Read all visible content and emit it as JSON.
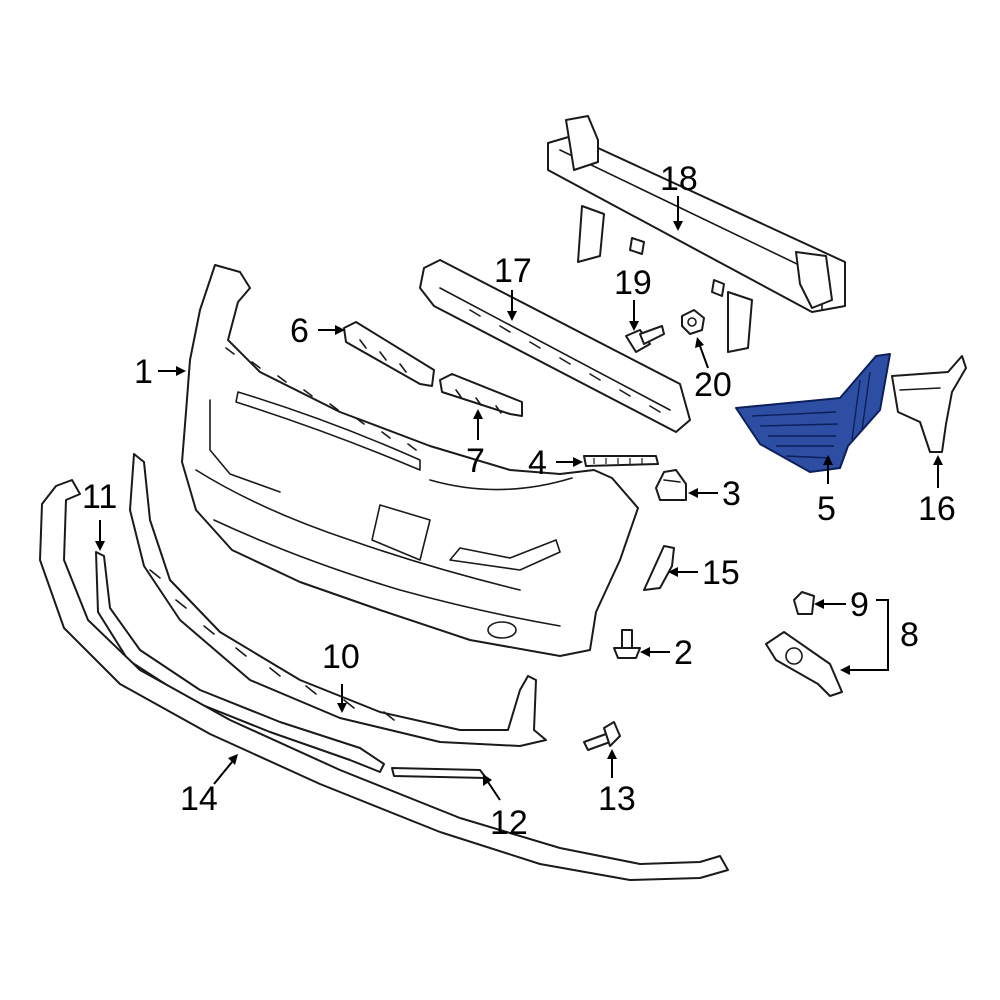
{
  "diagram": {
    "highlight_color": "#2d4ea3",
    "line_color": "#1a1a1a",
    "callouts": {
      "c1": "1",
      "c2": "2",
      "c3": "3",
      "c4": "4",
      "c5": "5",
      "c6": "6",
      "c7": "7",
      "c8": "8",
      "c9": "9",
      "c10": "10",
      "c11": "11",
      "c12": "12",
      "c13": "13",
      "c14": "14",
      "c15": "15",
      "c16": "16",
      "c17": "17",
      "c18": "18",
      "c19": "19",
      "c20": "20"
    }
  }
}
